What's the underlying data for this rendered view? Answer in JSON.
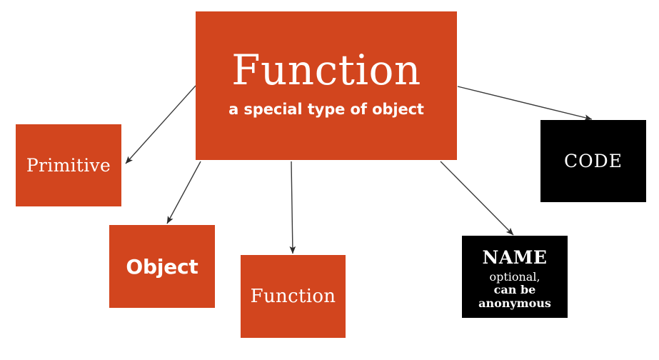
{
  "diagram": {
    "background_color": "#ffffff",
    "accent_orange": "#d2451e",
    "accent_black": "#000000",
    "arrow_color": "#333333",
    "main": {
      "title": "Function",
      "subtitle": "a special type of object"
    },
    "nodes": [
      {
        "id": "primitive",
        "label": "Primitive",
        "style": "orange"
      },
      {
        "id": "object",
        "label": "Object",
        "style": "orange"
      },
      {
        "id": "function_small",
        "label": "Function",
        "style": "orange"
      },
      {
        "id": "code",
        "label": "CODE",
        "style": "black"
      }
    ],
    "name_node": {
      "title": "NAME",
      "line2": "optional,",
      "line3": "can be",
      "line4": "anonymous",
      "style": "black"
    },
    "connections": [
      {
        "from": "main",
        "to": "primitive"
      },
      {
        "from": "main",
        "to": "object"
      },
      {
        "from": "main",
        "to": "function_small"
      },
      {
        "from": "main",
        "to": "name"
      },
      {
        "from": "main",
        "to": "code"
      }
    ]
  }
}
